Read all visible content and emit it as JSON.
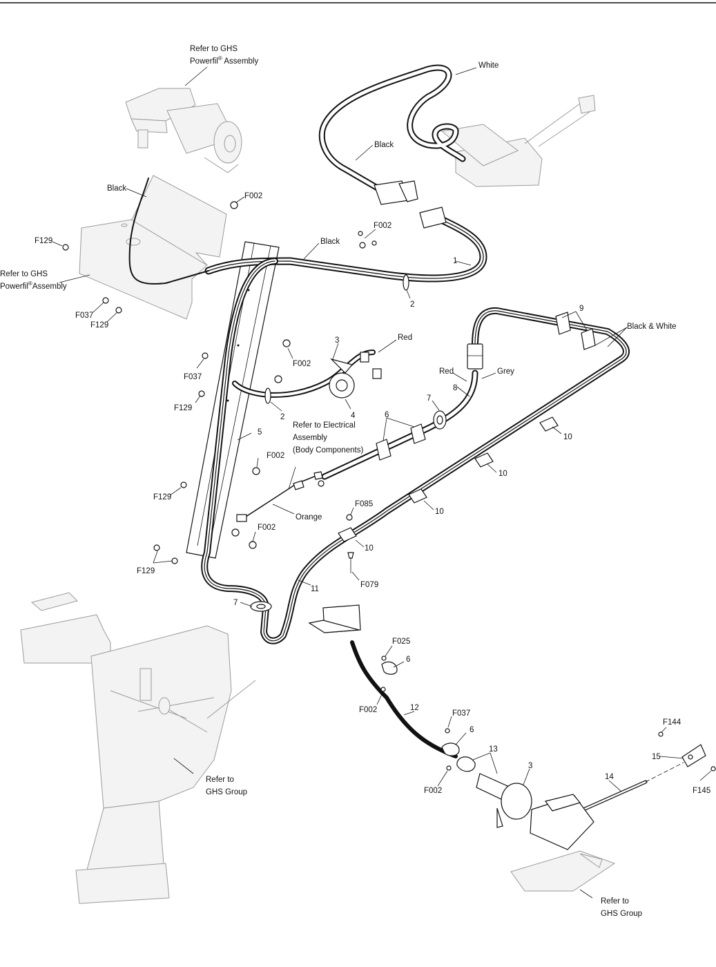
{
  "labels": {
    "refer_ghs_powerfil_top": [
      "Refer to GHS",
      "Powerfil",
      "®",
      " Assembly"
    ],
    "refer_ghs_powerfil_left": [
      "Refer to GHS",
      "Powerfil",
      "®",
      "Assembly"
    ],
    "refer_electrical": [
      "Refer to Electrical",
      "Assembly",
      "(Body Components)"
    ],
    "refer_ghs_group_left": [
      "Refer to",
      "GHS Group"
    ],
    "refer_ghs_group_bottom": [
      "Refer to",
      "GHS Group"
    ],
    "wire_black_1": "Black",
    "wire_black_2": "Black",
    "wire_black_3": "Black",
    "wire_white": "White",
    "wire_black_white": "Black & White",
    "wire_red_1": "Red",
    "wire_red_2": "Red",
    "wire_grey": "Grey",
    "wire_orange": "Orange"
  },
  "callouts": {
    "n1": "1",
    "n2a": "2",
    "n2b": "2",
    "n3a": "3",
    "n3b": "3",
    "n4": "4",
    "n5": "5",
    "n6a": "6",
    "n6b": "6",
    "n6c": "6",
    "n7a": "7",
    "n7b": "7",
    "n8": "8",
    "n9": "9",
    "n10a": "10",
    "n10b": "10",
    "n10c": "10",
    "n10d": "10",
    "n11": "11",
    "n12": "12",
    "n13": "13",
    "n14": "14",
    "n15": "15",
    "f002a": "F002",
    "f002b": "F002",
    "f002c": "F002",
    "f002d": "F002",
    "f002e": "F002",
    "f002f": "F002",
    "f002g": "F002",
    "f129a": "F129",
    "f129b": "F129",
    "f129c": "F129",
    "f129d": "F129",
    "f129e": "F129",
    "f037a": "F037",
    "f037b": "F037",
    "f037c": "F037",
    "f085": "F085",
    "f079": "F079",
    "f025": "F025",
    "f144": "F144",
    "f145": "F145"
  }
}
